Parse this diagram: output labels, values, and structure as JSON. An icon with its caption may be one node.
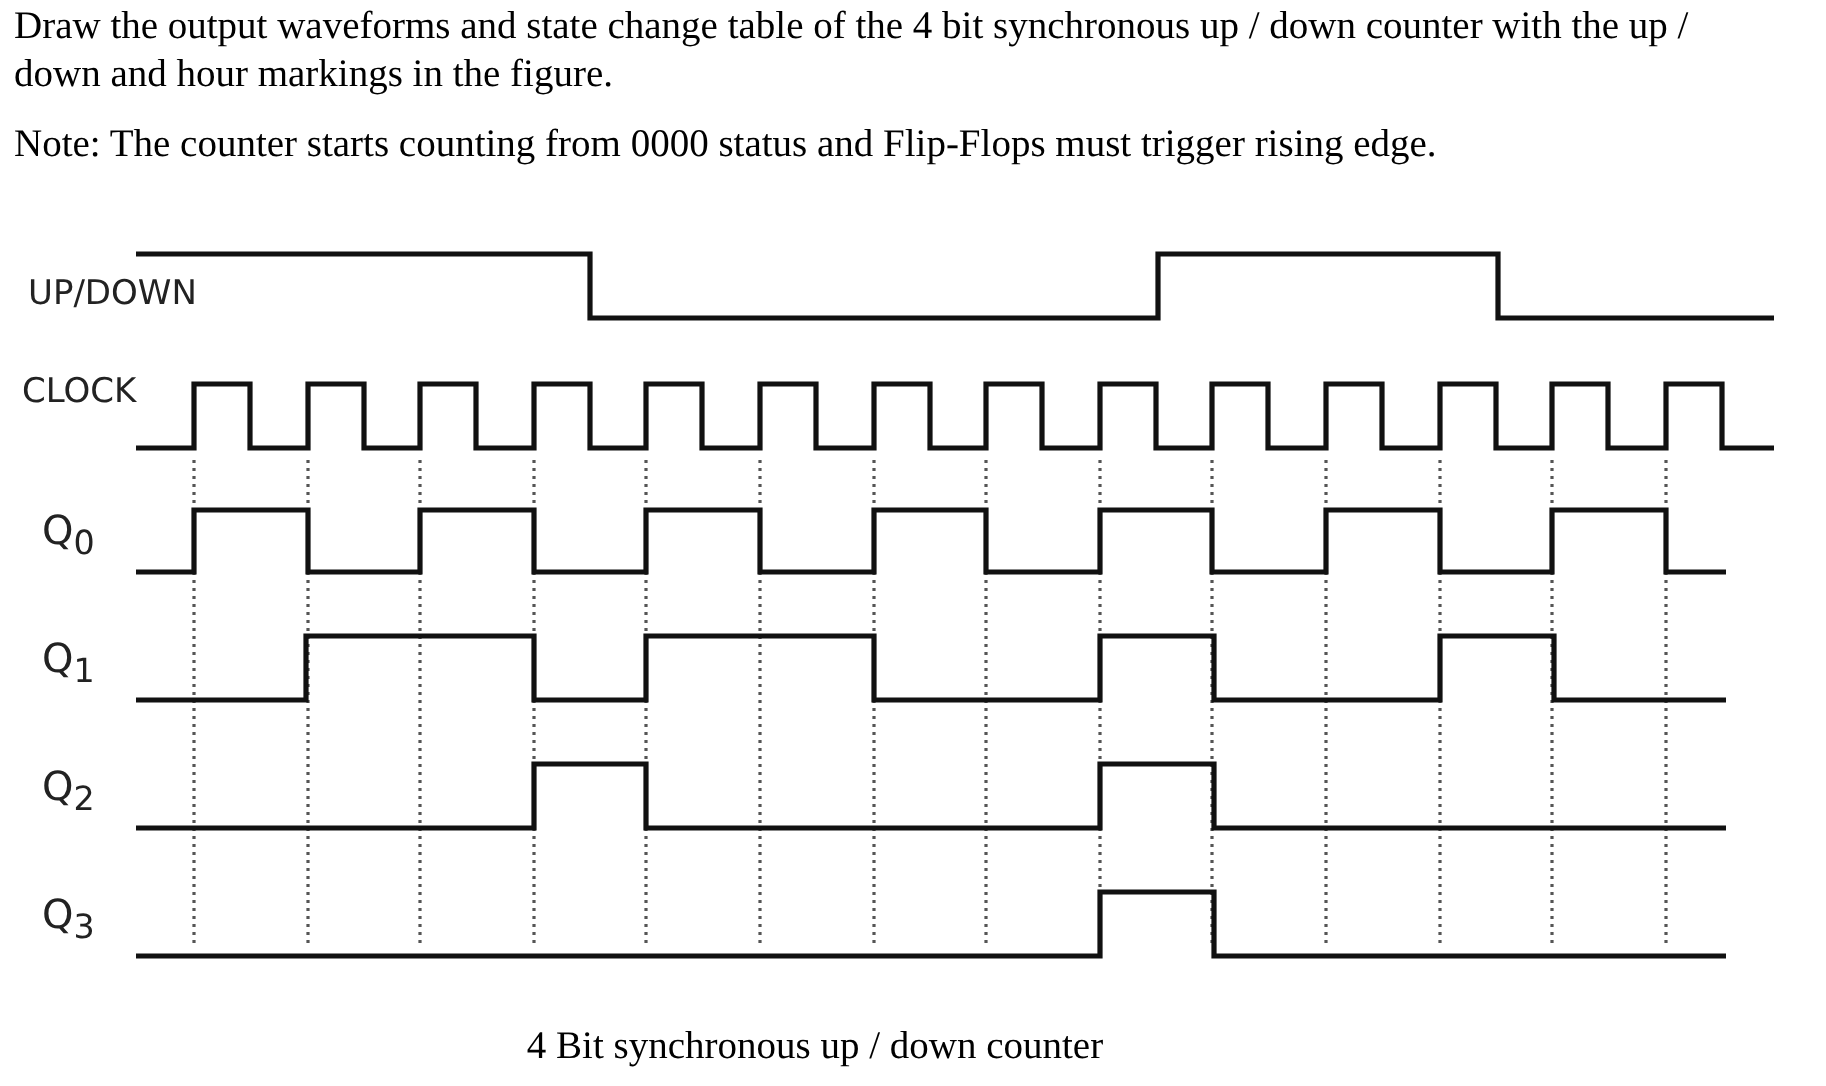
{
  "diagram": {
    "title": "Draw the output waveforms and state change table of the 4 bit synchronous up / down counter with the up / down and hour markings in the figure.",
    "caption": "4 Bit synchronous up / down counter",
    "labels": [
      "Note: The counter starts counting from 0000 status and Flip-Flops must trigger rising edge.",
      "UP/DOWN",
      "CLOCK",
      "Q$_{0}$",
      "Q$_{1}$",
      "Q$_{2}$",
      "Q$_{3}$"
    ]
  }
}
